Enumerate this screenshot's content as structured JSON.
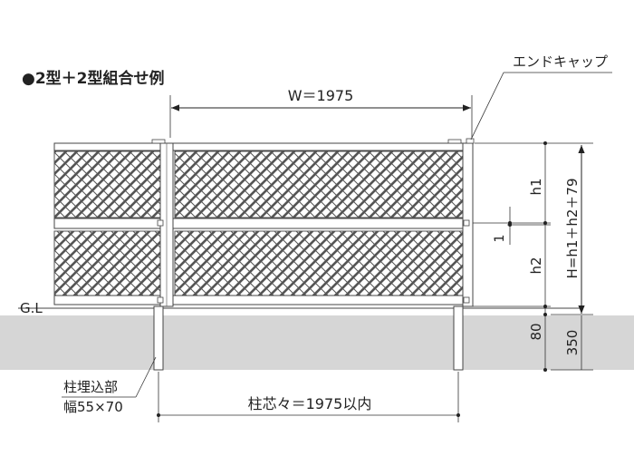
{
  "diagram": {
    "title": "●2型＋2型組合せ例",
    "end_cap_label": "エンドキャップ",
    "width_label": "W＝1975",
    "ground_label": "G.L",
    "h1_label": "h1",
    "h2_label": "h2",
    "gap_label": "1",
    "total_height_label": "H=h1＋h2＋79",
    "embed_depth_label": "80",
    "foundation_depth_label": "350",
    "post_embed_label": "柱埋込部",
    "post_size_label": "幅55×70",
    "post_center_label": "柱芯々＝1975以内"
  }
}
